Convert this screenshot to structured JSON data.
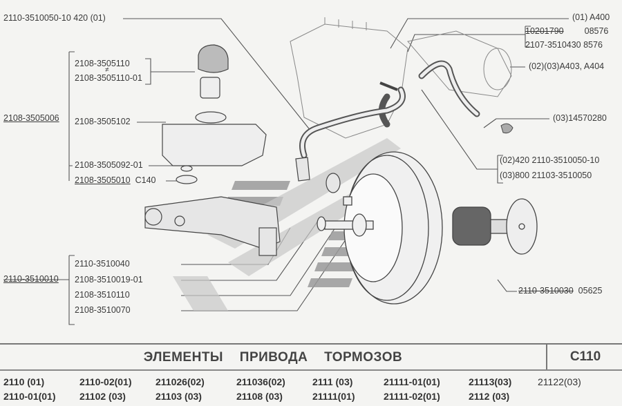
{
  "labels": {
    "top_left": "2110-3510050-10  420 (01)",
    "tank_cap_1": "2108-3505110",
    "tank_cap_sep": "≠",
    "tank_cap_2": "2108-3505110-01",
    "tank_assembly": "2108-3505006",
    "tank": "2108-3505102",
    "gasket": "2108-3505092-01",
    "bushing_code": "2108-3505010",
    "bushing_suffix": "C140",
    "cylinder_assembly": "2110-3510010",
    "c1": "2110-3510040",
    "c2": "2108-3510019-01",
    "c3": "2108-3510110",
    "c4": "2108-3510070",
    "r_a400": "(01) A400",
    "r_old": "10201790",
    "r_old_suffix": "08576",
    "r_new": "2107-3510430  8576",
    "r_a403": "(02)(03)A403, A404",
    "r_clamp": "(03)14570280",
    "r_hose1": "(02)420  2110-3510050-10",
    "r_hose2": "(03)800     21103-3510050",
    "r_booster_code": "2110-3510030",
    "r_booster_suffix": "05625"
  },
  "title": "ЭЛЕМЕНТЫ   ПРИВОДА   ТОРМОЗОВ",
  "page_code": "C110",
  "models_row1": [
    "2110    (01)",
    "2110-02(01)",
    "211026(02)",
    "211036(02)",
    "2111  (03)",
    "21111-01(01)",
    "21113(03)",
    "21122(03)"
  ],
  "models_row2": [
    "2110-01(01)",
    "21102    (03)",
    "21103  (03)",
    "21108  (03)",
    "21111(01)",
    "21111-02(01)",
    "2112  (03)"
  ]
}
